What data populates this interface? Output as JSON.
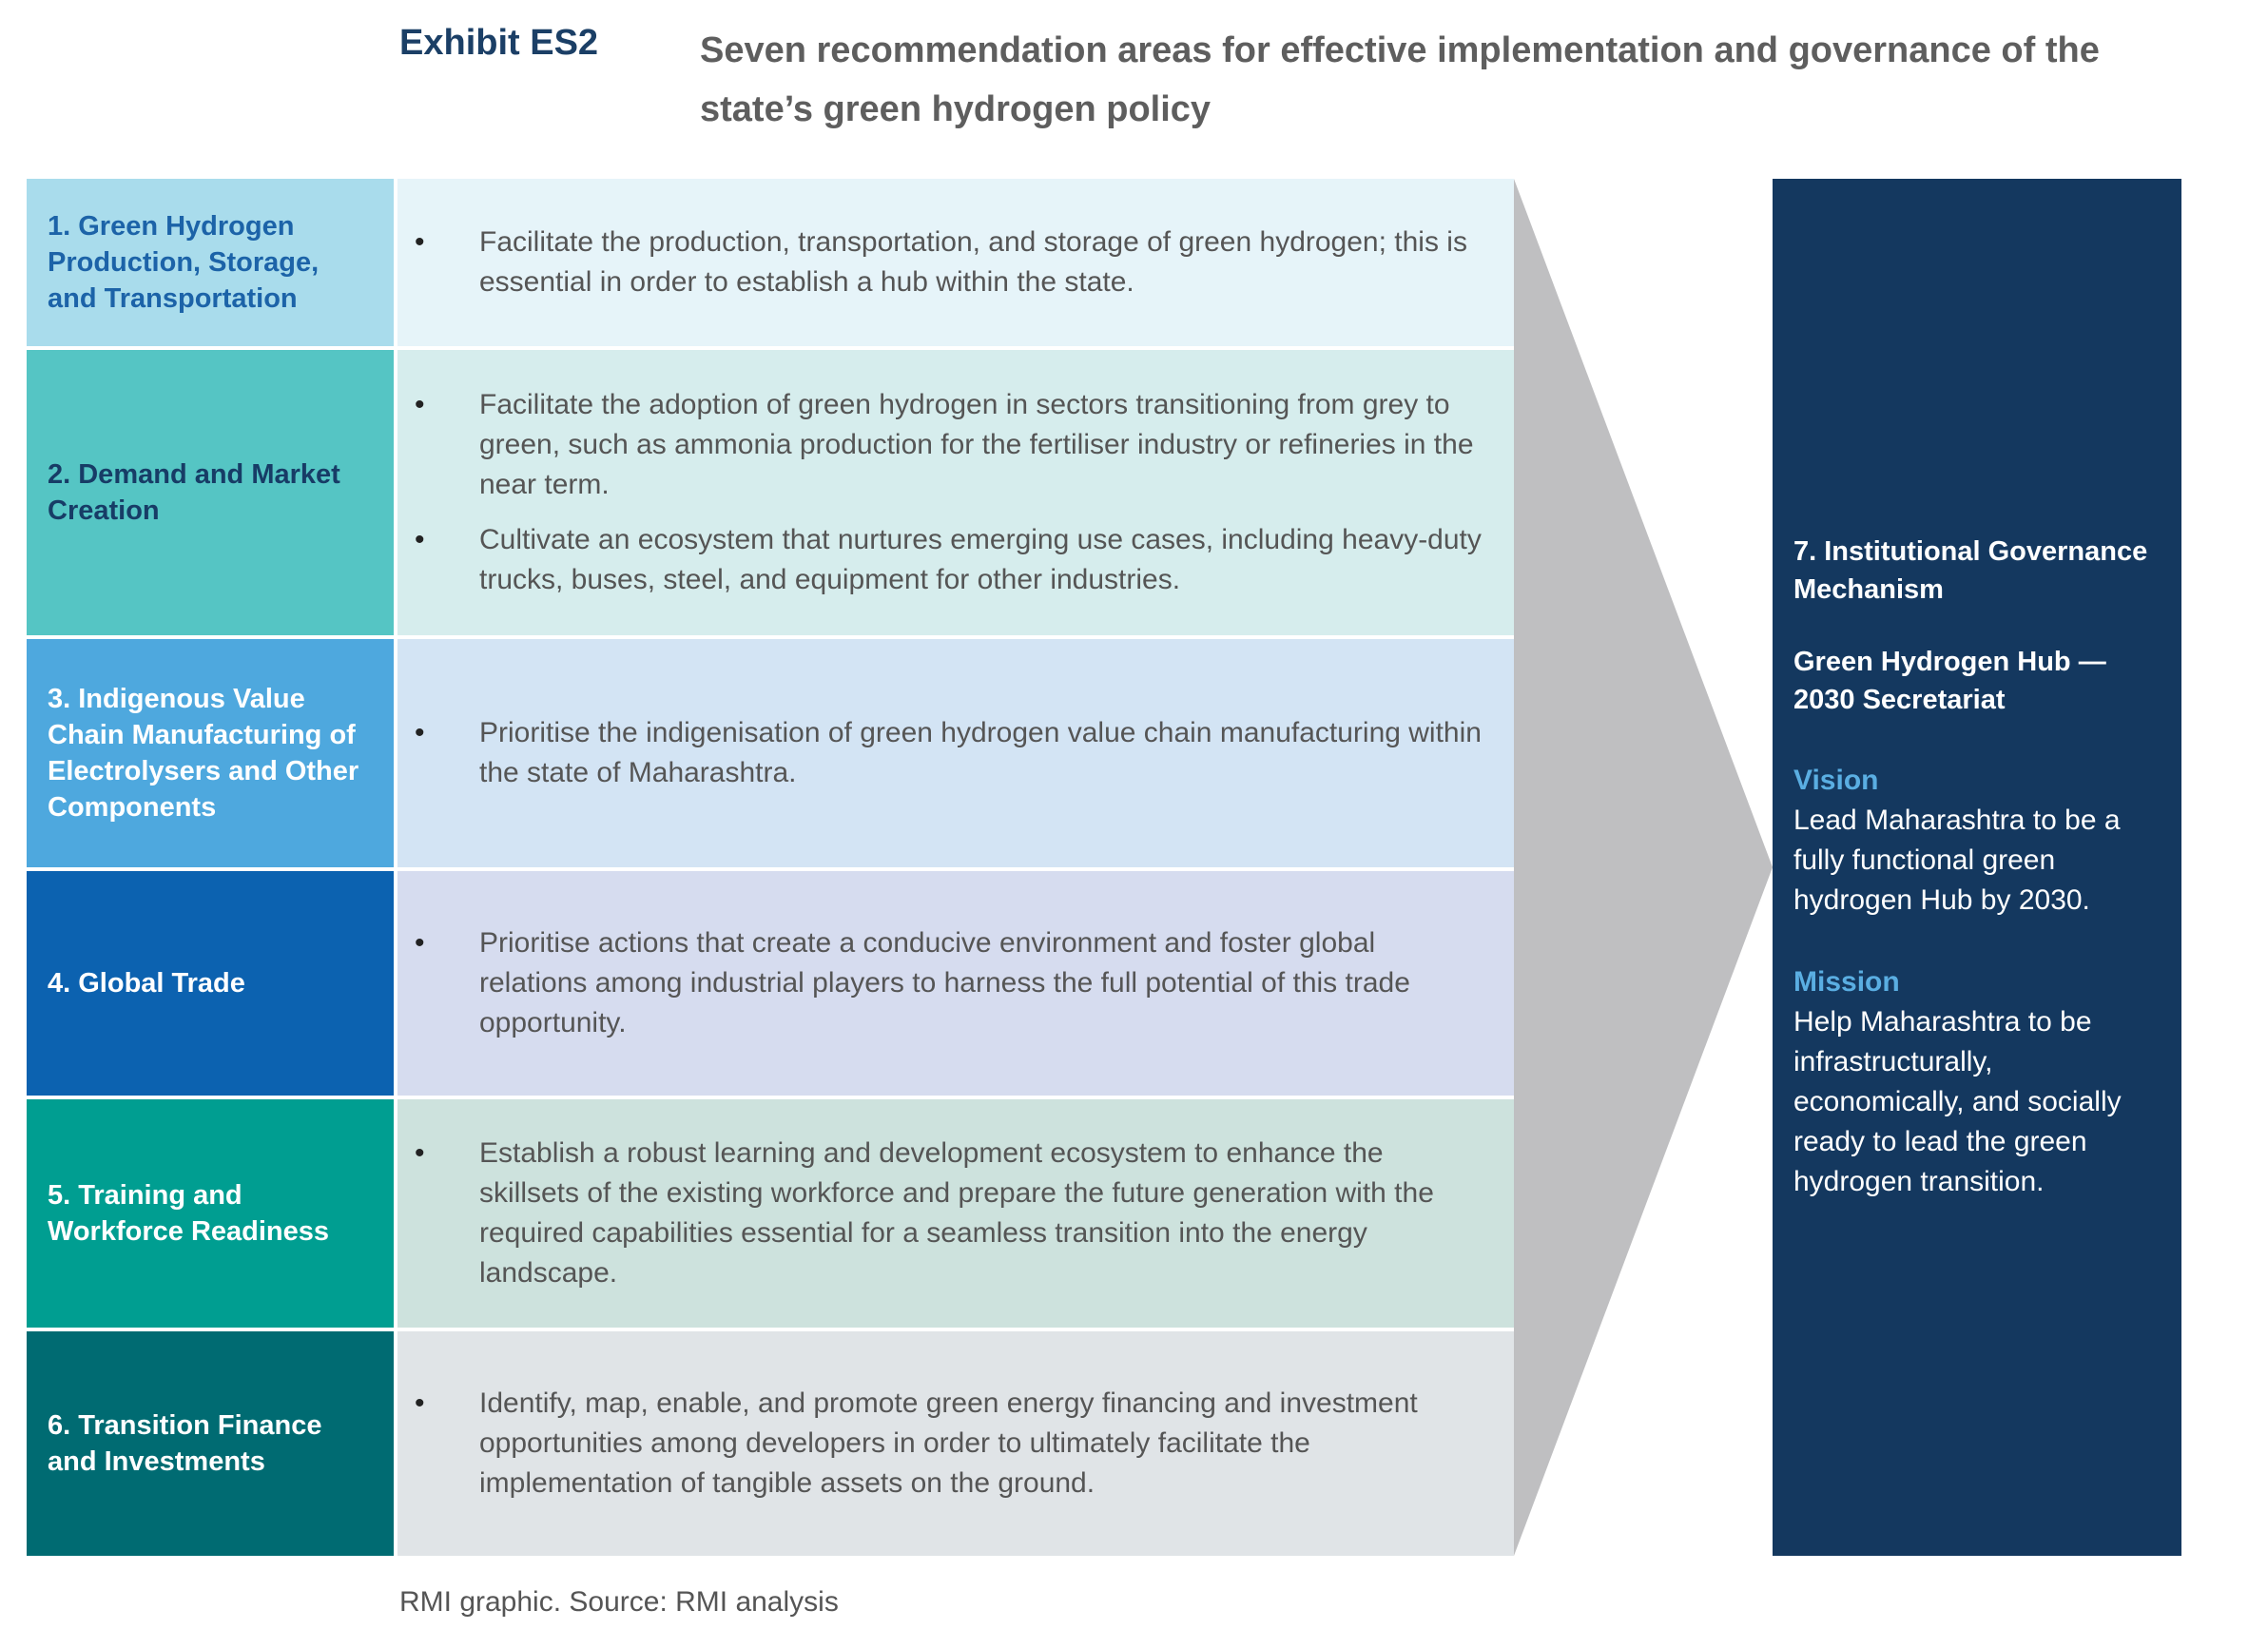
{
  "header": {
    "exhibit_label": "Exhibit ES2",
    "title": "Seven recommendation areas for effective implementation and governance of the state’s green hydrogen policy"
  },
  "rows": [
    {
      "label": "1. Green Hydrogen Production, Storage, and Transportation",
      "label_bg": "#a9dcec",
      "label_color": "#1c63a8",
      "body_bg": "#e6f4f9",
      "bullets": [
        "Facilitate the production, transportation, and storage of green hydrogen; this is essential in order to establish a hub within the state."
      ]
    },
    {
      "label": "2. Demand and Market Creation",
      "label_bg": "#55c5c4",
      "label_color": "#173c66",
      "body_bg": "#d6eded",
      "bullets": [
        "Facilitate the adoption of green hydrogen in sectors transitioning from grey to green, such as ammonia production for the fertiliser industry or refineries in the near term.",
        "Cultivate an ecosystem that nurtures emerging use cases, including heavy-duty trucks, buses, steel, and equipment for other industries."
      ]
    },
    {
      "label": "3. Indigenous Value Chain Manufacturing of Electrolysers and Other Components",
      "label_bg": "#4ea8de",
      "label_color": "#ffffff",
      "body_bg": "#d3e4f4",
      "bullets": [
        "Prioritise the indigenisation of green hydrogen value chain manufacturing within the state of Maharashtra."
      ]
    },
    {
      "label": "4. Global Trade",
      "label_bg": "#0c62b0",
      "label_color": "#ffffff",
      "body_bg": "#d6dcef",
      "bullets": [
        "Prioritise actions that create a conducive environment and foster global relations among industrial players to harness the full potential of this trade opportunity."
      ]
    },
    {
      "label": "5. Training and Workforce Readiness",
      "label_bg": "#009e91",
      "label_color": "#ffffff",
      "body_bg": "#cde2dd",
      "bullets": [
        "Establish a robust learning and development ecosystem to enhance the skillsets of the existing workforce and prepare the future generation with the required capabilities essential for a seamless transition into the energy landscape."
      ]
    },
    {
      "label": "6. Transition Finance and Investments",
      "label_bg": "#006b72",
      "label_color": "#ffffff",
      "body_bg": "#e0e4e7",
      "bullets": [
        "Identify, map, enable, and promote green energy financing and investment opportunities among developers in order to ultimately facilitate the implementation of tangible assets on the ground."
      ]
    }
  ],
  "bullet_glyph": "•",
  "governance": {
    "title": "7. Institutional Governance Mechanism",
    "subtitle": "Green Hydrogen Hub — 2030 Secretariat",
    "vision_heading": "Vision",
    "vision_text": "Lead Maharashtra to be a fully functional green hydrogen Hub by 2030.",
    "mission_heading": "Mission",
    "mission_text": "Help Maharashtra to be infrastructurally, economically, and socially ready to lead the green hydrogen transition."
  },
  "source": "RMI graphic. Source: RMI analysis",
  "colors": {
    "arrow": "#bfbfc1",
    "governance_bg": "#14385f",
    "accent": "#5aaee2"
  }
}
